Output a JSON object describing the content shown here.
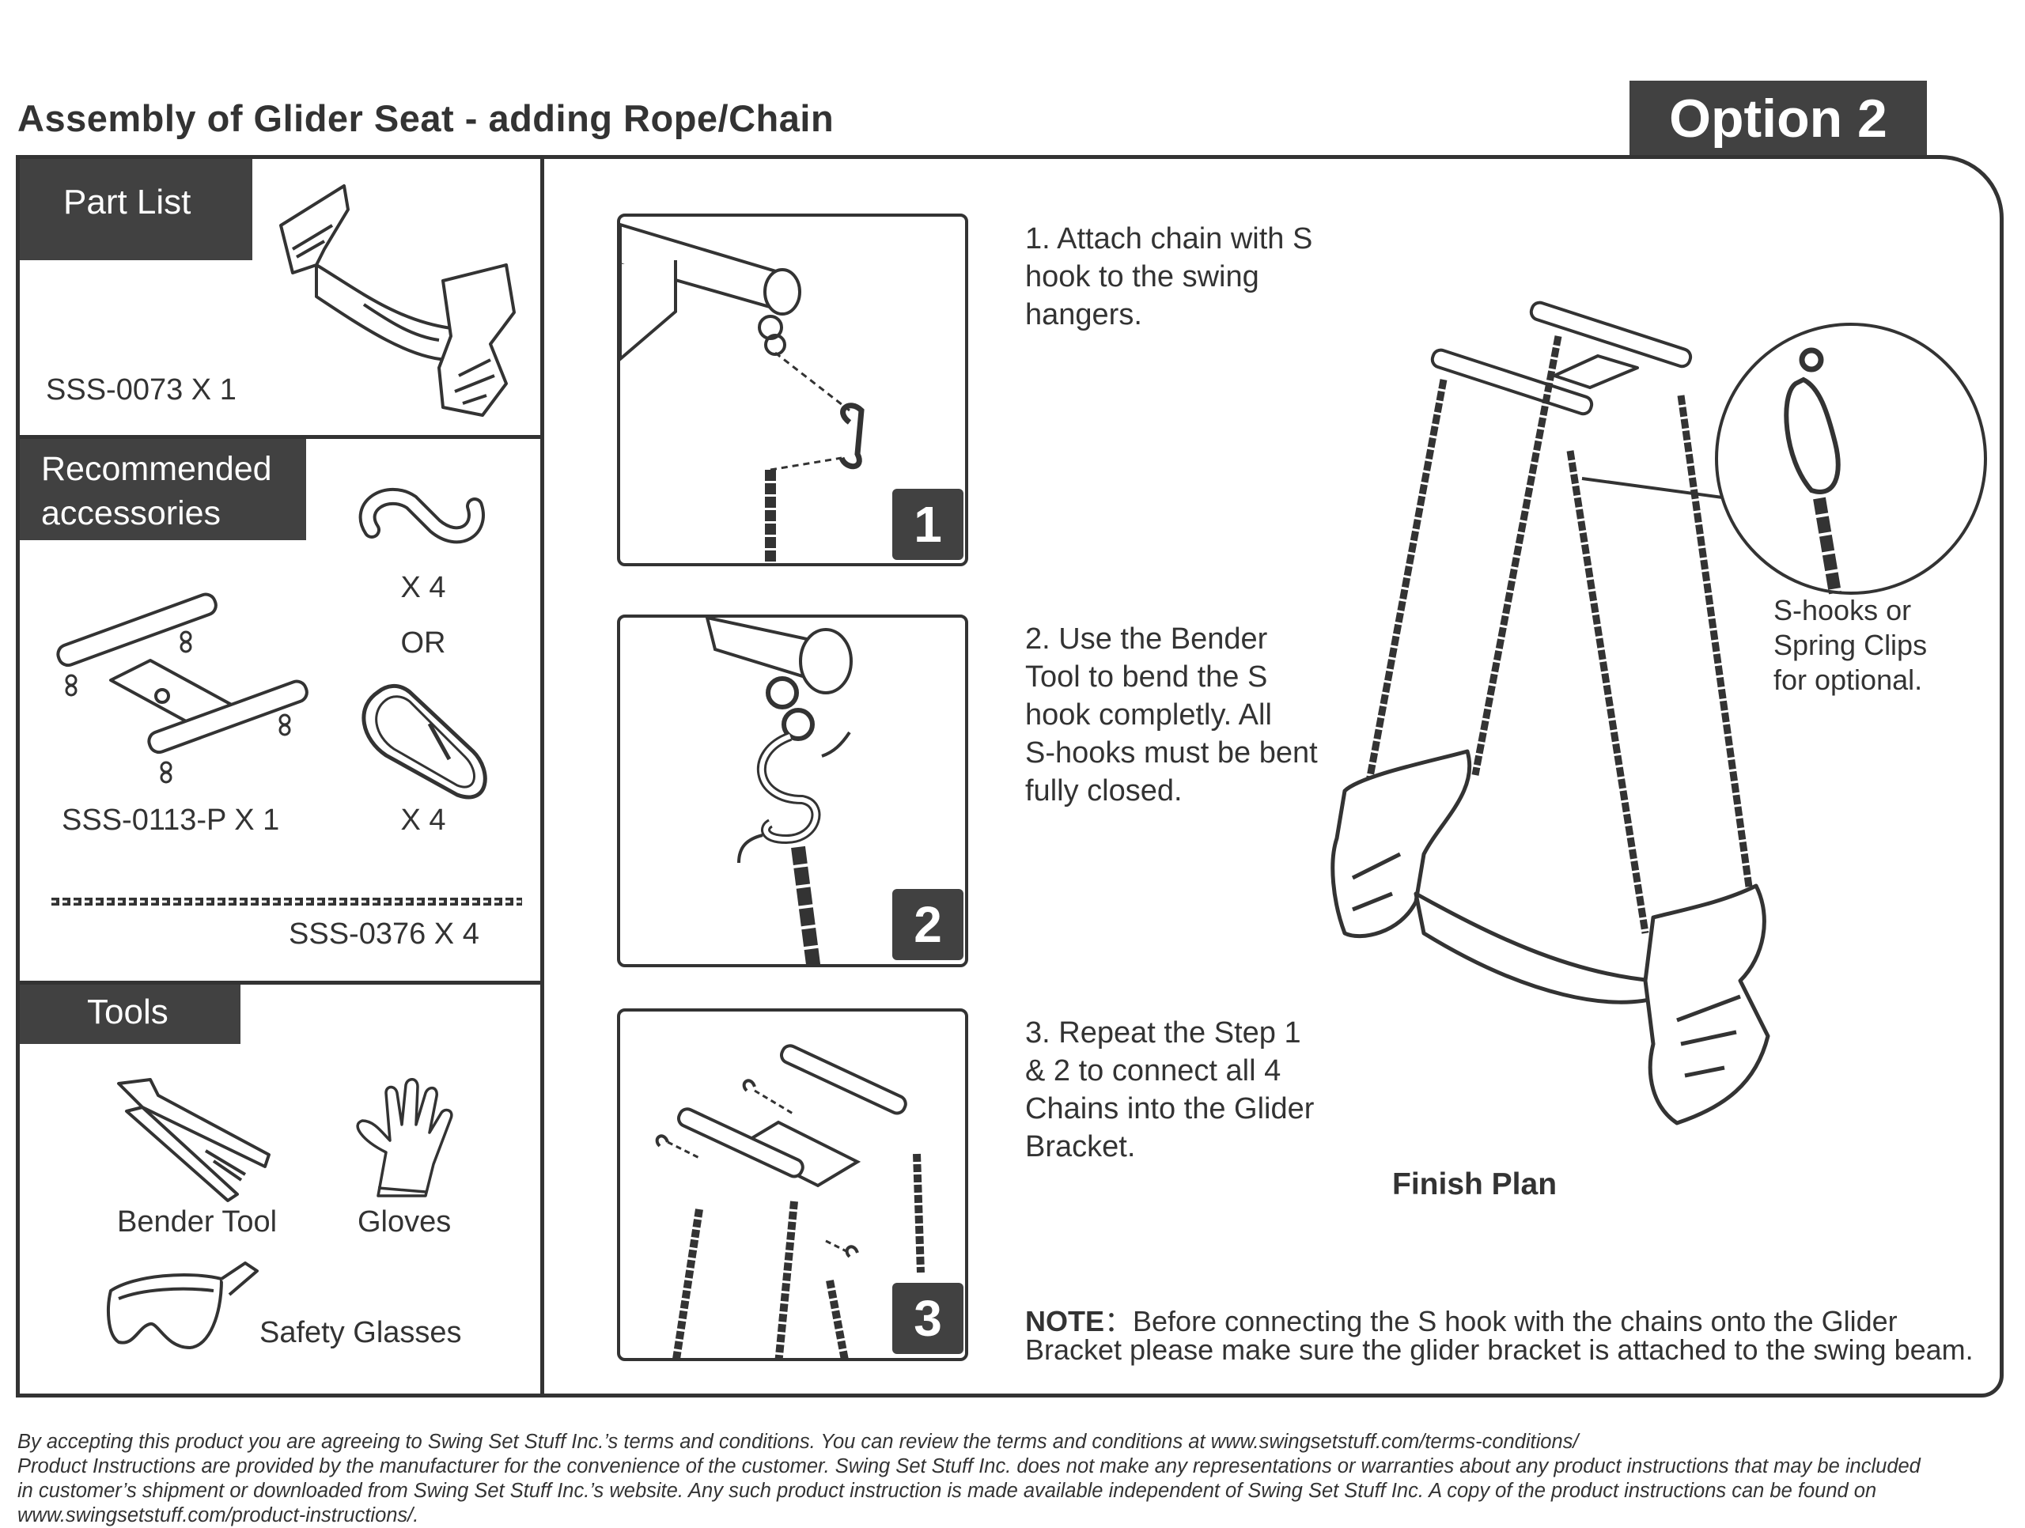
{
  "header": {
    "title": "Assembly of Glider Seat - adding Rope/Chain",
    "option": "Option 2"
  },
  "part_list": {
    "heading": "Part List",
    "item": "SSS-0073 X 1"
  },
  "accessories": {
    "heading": "Recommended accessories",
    "s_hook_qty": "X 4",
    "or": "OR",
    "clip_qty": "X 4",
    "bracket_label": "SSS-0113-P  X 1",
    "chain_label": "SSS-0376  X 4"
  },
  "tools": {
    "heading": "Tools",
    "bender": "Bender Tool",
    "gloves": "Gloves",
    "glasses": "Safety Glasses"
  },
  "steps": [
    {
      "number": "1",
      "text": "1. Attach chain with S\nhook to the swing\nhangers."
    },
    {
      "number": "2",
      "text": "2. Use the Bender\nTool to bend the S\nhook completly. All\nS-hooks must be bent\nfully closed."
    },
    {
      "number": "3",
      "text": "3. Repeat the Step 1\n& 2 to connect all 4\nChains into the Glider\nBracket."
    }
  ],
  "finish": {
    "callout": "S-hooks or\nSpring Clips\nfor optional.",
    "label": "Finish Plan"
  },
  "note": {
    "label": "NOTE",
    "text": "：Before connecting the S hook with the chains onto the Glider",
    "text2": "Bracket please make sure the glider bracket is attached to the swing beam."
  },
  "footer": {
    "line1": "By accepting this product you are agreeing to Swing Set Stuff Inc.’s terms and conditions. You can review the terms and conditions at www.swingsetstuff.com/terms-conditions/",
    "line2": "Product Instructions are provided by the manufacturer for the convenience of the customer. Swing Set Stuff Inc. does not make any representations or warranties about any product instructions that may be included",
    "line3": "in customer’s shipment or downloaded from Swing Set Stuff Inc.’s website. Any such product instruction is made available independent of Swing Set Stuff Inc.  A copy of the product instructions can be found on",
    "line4": "www.swingsetstuff.com/product-instructions/."
  }
}
